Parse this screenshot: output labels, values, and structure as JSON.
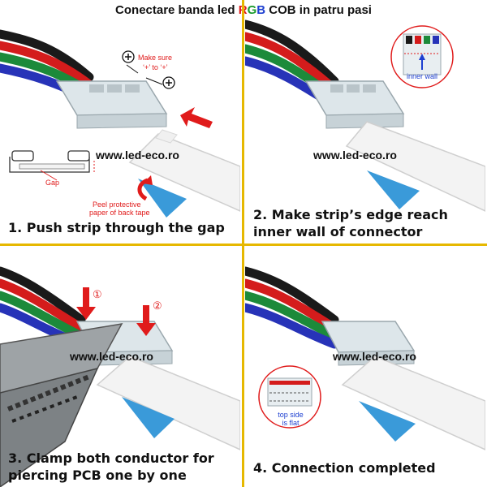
{
  "title": {
    "prefix": "Conectare banda led ",
    "r": "R",
    "g": "G",
    "b": "B",
    "suffix": " COB  in patru pasi"
  },
  "watermark": "www.led-eco.ro",
  "steps": [
    {
      "caption_1": "1. Push strip through the gap",
      "caption_2": ""
    },
    {
      "caption_1": "2. Make strip’s edge reach",
      "caption_2": "inner wall of connector"
    },
    {
      "caption_1": "3. Clamp both conductor for",
      "caption_2": "piercing PCB one by one"
    },
    {
      "caption_1": "4. Connection completed",
      "caption_2": ""
    }
  ],
  "annotations": {
    "make_sure_1": "Make sure",
    "make_sure_2": "‘+’  to  ‘+’",
    "gap": "Gap",
    "peel_1": "Peel protective",
    "peel_2": "paper of back tape",
    "inner_wall": "inner wall",
    "marker_1": "①",
    "marker_2": "②",
    "top_side_1": "top side",
    "top_side_2": "is flat"
  },
  "colors": {
    "divider": "#e6b800",
    "accent_red": "#e01b1b",
    "tape_blue": "#3a9ad9"
  }
}
